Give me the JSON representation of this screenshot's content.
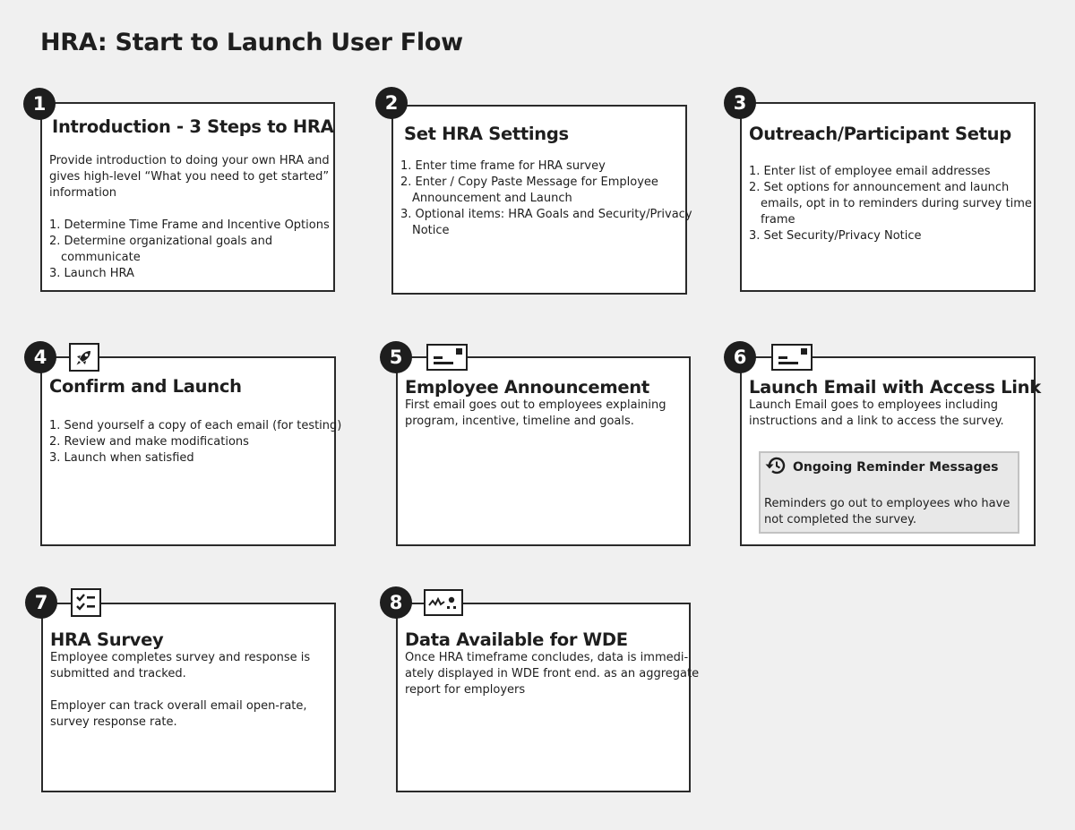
{
  "title": "HRA: Start to Launch User Flow",
  "steps": [
    {
      "number": "1",
      "title": "Introduction - 3 Steps to HRA",
      "body": [
        "Provide introduction to doing your own HRA and",
        "gives high-level “What you need to get started”",
        "information",
        "",
        "1. Determine Time Frame and Incentive Options",
        "2. Determine organizational goals and",
        "communicate",
        "3. Launch HRA"
      ]
    },
    {
      "number": "2",
      "title": "Set HRA Settings",
      "body": [
        "1. Enter time frame for HRA survey",
        "2. Enter / Copy Paste Message for Employee",
        "Announcement and Launch",
        "3. Optional items: HRA Goals and Security/Privacy",
        "Notice"
      ]
    },
    {
      "number": "3",
      "title": "Outreach/Participant Setup",
      "body": [
        "1. Enter list of employee email addresses",
        "2. Set options for announcement and launch",
        "emails, opt in to reminders during survey time",
        "frame",
        "3. Set Security/Privacy Notice"
      ]
    },
    {
      "number": "4",
      "icon": "rocket-icon",
      "title": "Confirm and Launch",
      "body": [
        "1. Send yourself a copy of each email (for testing)",
        "2. Review and make modifications",
        "3. Launch when satisfied"
      ]
    },
    {
      "number": "5",
      "icon": "email-card-icon",
      "title": "Employee Announcement",
      "body": [
        "First email goes out to employees explaining",
        "program, incentive, timeline and goals."
      ]
    },
    {
      "number": "6",
      "icon": "email-card-icon",
      "title": "Launch Email with Access Link",
      "body": [
        "Launch Email goes to employees including",
        "instructions and a link to access the survey."
      ],
      "reminder": {
        "icon": "history-icon",
        "title": "Ongoing Reminder Messages",
        "body": [
          "Reminders go out to employees who have",
          "not completed the survey."
        ]
      }
    },
    {
      "number": "7",
      "icon": "checklist-icon",
      "title": "HRA Survey",
      "body": [
        "Employee completes survey and response is",
        "submitted and tracked.",
        "",
        "Employer can track overall email open-rate,",
        "survey response rate."
      ]
    },
    {
      "number": "8",
      "icon": "analytics-icon",
      "title": "Data Available for WDE",
      "body": [
        "Once HRA timeframe concludes, data is immedi-",
        "ately displayed in WDE front end. as an aggregate",
        "report for employers"
      ]
    }
  ]
}
